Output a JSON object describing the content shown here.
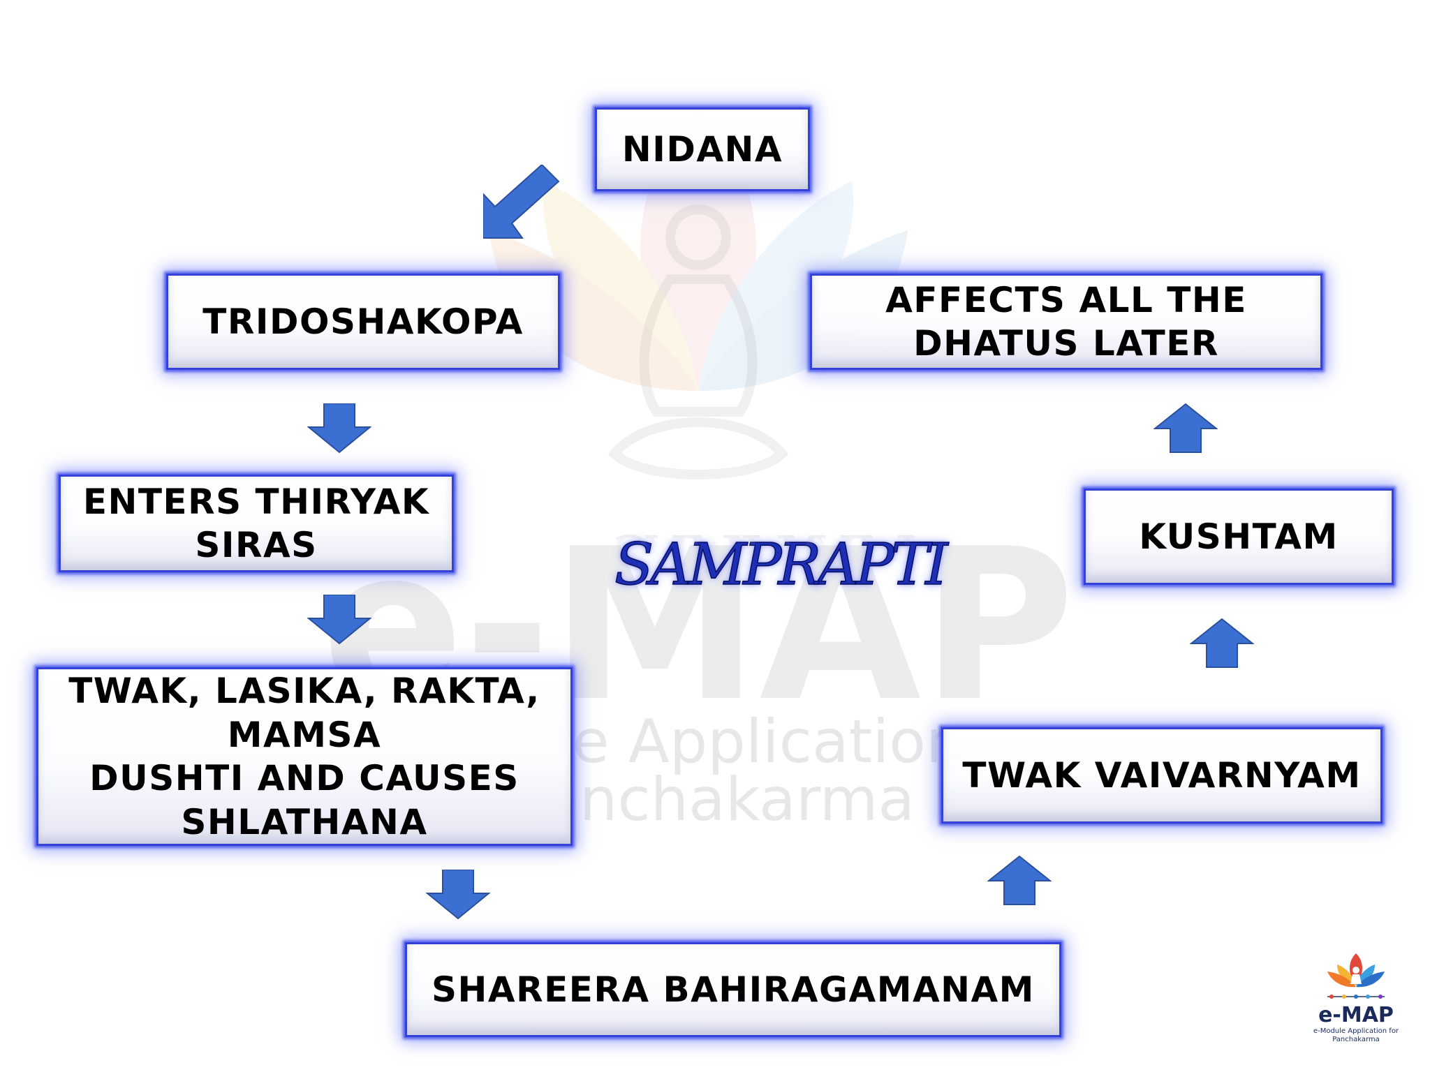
{
  "title": "SAMPRAPTI",
  "nodes": {
    "nidana": "NIDANA",
    "tridoshakopa": "TRIDOSHAKOPA",
    "enters": "ENTERS THIRYAK\nSIRAS",
    "dushti": "TWAK, LASIKA, RAKTA,\nMAMSA\nDUSHTI AND CAUSES\nSHLATHANA",
    "shareera": "SHAREERA BAHIRAGAMANAM",
    "vaivarnyam": "TWAK VAIVARNYAM",
    "kushtam": "KUSHTAM",
    "affects": "AFFECTS ALL THE\nDHATUS LATER"
  },
  "watermark": {
    "brand": "e-MAP",
    "line1": "e Application",
    "line2": "nchakarma"
  },
  "logo": {
    "brand": "e-MAP",
    "sub_line1": "e-Module Application for",
    "sub_line2": "Panchakarma"
  },
  "colors": {
    "arrow": "#3b6fd1",
    "box_border": "#3542d8",
    "title": "#1c2fb6"
  }
}
